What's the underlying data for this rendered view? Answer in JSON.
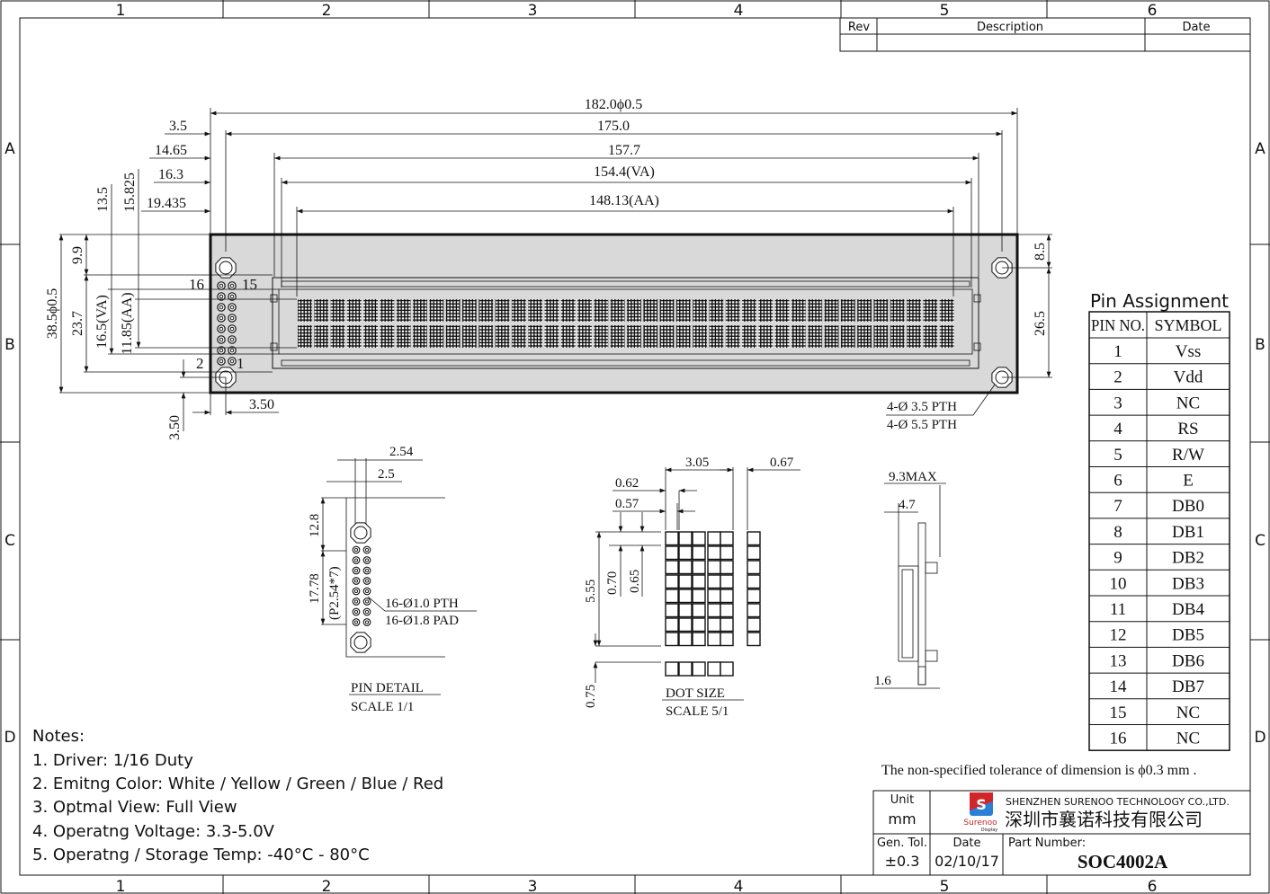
{
  "frame": {
    "columns": [
      "1",
      "2",
      "3",
      "4",
      "5",
      "6"
    ],
    "rows": [
      "A",
      "B",
      "C",
      "D"
    ]
  },
  "revision_table": {
    "rev": "Rev",
    "description": "Description",
    "date": "Date"
  },
  "main_view": {
    "dims_horizontal": {
      "overall": "182.0ϕ0.5",
      "hole_pitch": "175.0",
      "bezel": "157.7",
      "va": "154.4(VA)",
      "aa": "148.13(AA)",
      "hole_offset": "3.5",
      "bezel_offset": "14.65",
      "va_offset": "16.3",
      "aa_offset": "19.435",
      "pin_offset": "3.50"
    },
    "dims_vertical": {
      "overall": "38.5ϕ0.5",
      "top_to_bezel": "9.9",
      "bezel_height": "23.7",
      "va_height": "16.5(VA)",
      "aa_height": "11.85(AA)",
      "va_top": "13.5",
      "aa_top": "15.825",
      "hole_bottom": "3.50",
      "hole_top": "8.5",
      "hole_pitch": "26.5"
    },
    "pin_labels": {
      "p16": "16",
      "p15": "15",
      "p2": "2",
      "p1": "1"
    },
    "holes_note": [
      "4-Ø 3.5 PTH",
      "4-Ø 5.5 PTH"
    ],
    "display": {
      "columns": 40,
      "rows": 2
    }
  },
  "pin_detail": {
    "dim_pitch": "2.54",
    "dim_offset": "2.5",
    "dim_top": "12.8",
    "dim_span": "17.78",
    "dim_span_note": "(P2.54*7)",
    "note": [
      "16-Ø1.0 PTH",
      "16-Ø1.8 PAD"
    ],
    "title": "PIN DETAIL",
    "scale": "SCALE 1/1"
  },
  "dot_size": {
    "char_width": "3.05",
    "gap": "0.67",
    "dot_pitch_x": "0.62",
    "dot_width": "0.57",
    "dot_pitch_y": "0.70",
    "dot_height": "0.65",
    "char_height": "5.55",
    "cursor_gap": "0.75",
    "title": "DOT SIZE",
    "scale": "SCALE 5/1"
  },
  "side_view": {
    "max_thickness": "9.3MAX",
    "bezel_depth": "4.7",
    "pcb": "1.6"
  },
  "pin_assignment": {
    "title": "Pin Assignment",
    "headers": [
      "PIN NO.",
      "SYMBOL"
    ],
    "rows": [
      [
        "1",
        "Vss"
      ],
      [
        "2",
        "Vdd"
      ],
      [
        "3",
        "NC"
      ],
      [
        "4",
        "RS"
      ],
      [
        "5",
        "R/W"
      ],
      [
        "6",
        "E"
      ],
      [
        "7",
        "DB0"
      ],
      [
        "8",
        "DB1"
      ],
      [
        "9",
        "DB2"
      ],
      [
        "10",
        "DB3"
      ],
      [
        "11",
        "DB4"
      ],
      [
        "12",
        "DB5"
      ],
      [
        "13",
        "DB6"
      ],
      [
        "14",
        "DB7"
      ],
      [
        "15",
        "NC"
      ],
      [
        "16",
        "NC"
      ]
    ]
  },
  "notes": {
    "title": "Notes:",
    "items": [
      "1. Driver: 1/16 Duty",
      "2. Emitng Color: White / Yellow / Green / Blue / Red",
      "3. Optmal View: Full View",
      "4. Operatng Voltage:  3.3-5.0V",
      "5. Operatng / Storage Temp: -40°C - 80°C"
    ]
  },
  "tolerance_note": "The non-specified tolerance of dimension is ϕ0.3 mm .",
  "title_block": {
    "unit_label": "Unit",
    "unit_value": "mm",
    "company_en": "SHENZHEN SURENOO TECHNOLOGY CO.,LTD.",
    "company_cn": "深圳市襄诺科技有限公司",
    "logo_text": "Surenoo",
    "logo_sub": "Display",
    "gen_tol_label": "Gen. Tol.",
    "gen_tol_value": "±0.3",
    "date_label": "Date",
    "date_value": "02/10/17",
    "part_label": "Part Number:",
    "part_value": "SOC4002A"
  }
}
